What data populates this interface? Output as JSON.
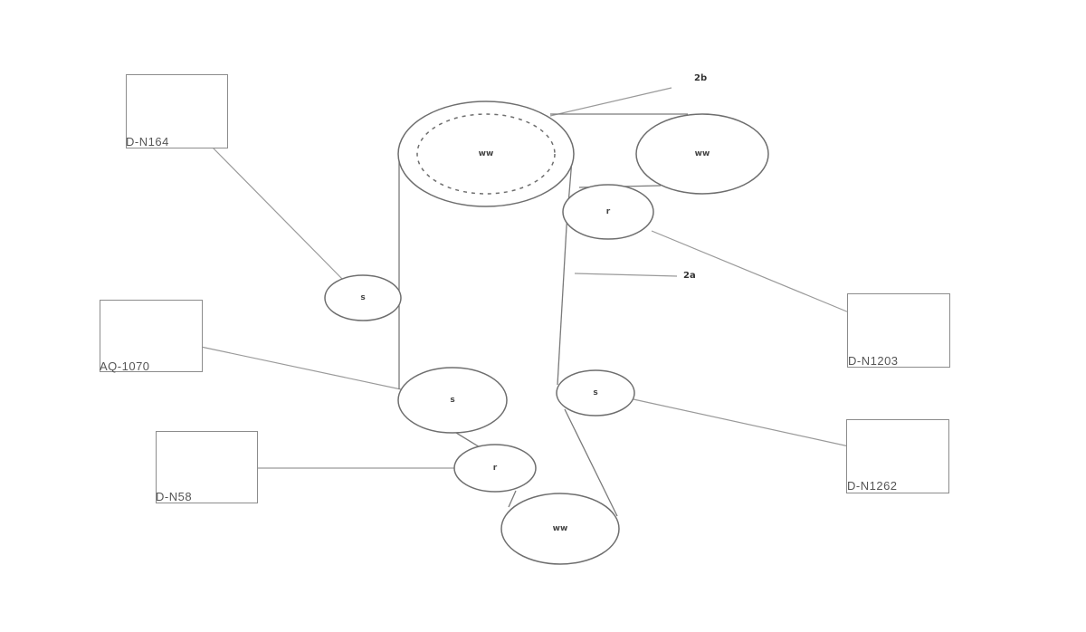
{
  "diagram": {
    "pulleys": [
      {
        "id": "crankshaft",
        "label": "ww"
      },
      {
        "id": "upper-right",
        "label": "ww"
      },
      {
        "id": "right-idler-upper",
        "label": "r"
      },
      {
        "id": "left-idler",
        "label": "s"
      },
      {
        "id": "left-large",
        "label": "s"
      },
      {
        "id": "right-idler-lower",
        "label": "s"
      },
      {
        "id": "lower-small",
        "label": "r"
      },
      {
        "id": "bottom",
        "label": "ww"
      }
    ],
    "callouts": [
      {
        "id": "belt-top",
        "label": "2b"
      },
      {
        "id": "belt-right",
        "label": "2a"
      }
    ],
    "parts": [
      {
        "id": "tensioner-arm",
        "code": "D-N164"
      },
      {
        "id": "tensioner-pump",
        "code": "AQ-1070"
      },
      {
        "id": "idler-pulley-lower",
        "code": "D-N58"
      },
      {
        "id": "idler-pulley-right",
        "code": "D-N1203"
      },
      {
        "id": "tensioner-right",
        "code": "D-N1262"
      }
    ]
  }
}
